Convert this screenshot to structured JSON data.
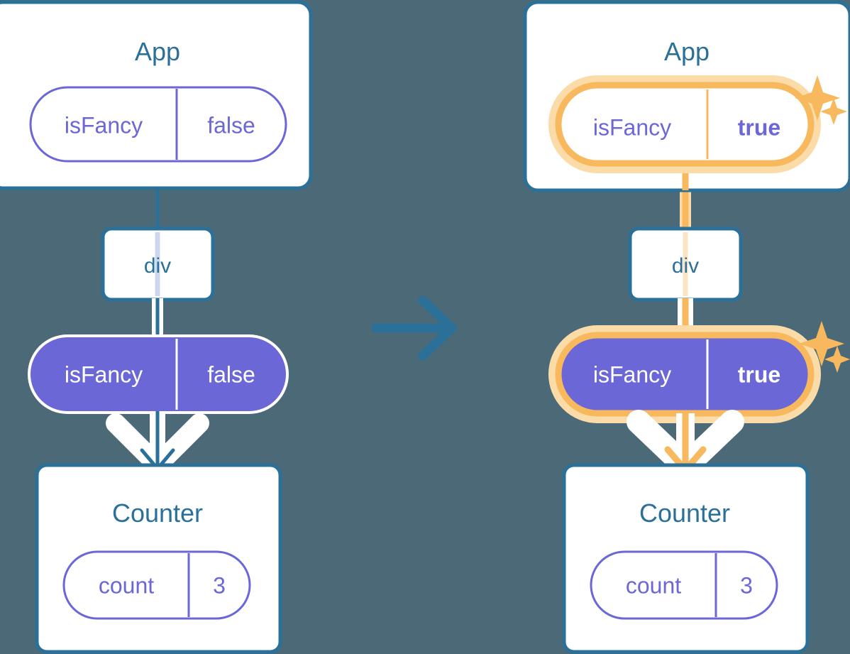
{
  "meta": {
    "background_color": "#4c6977",
    "accent_blue": "#2a7099",
    "accent_purple": "#6b67d6",
    "highlight_orange": "#f8b95e",
    "highlight_orange_soft": "#fbdca8",
    "box_fill": "#ffffff"
  },
  "transition": {
    "arrow_icon": "arrow-right-icon",
    "arrow_color": "#2a7099"
  },
  "before": {
    "app": {
      "title": "App",
      "state": {
        "name": "isFancy",
        "value": "false"
      }
    },
    "div": {
      "title": "div"
    },
    "prop": {
      "name": "isFancy",
      "value": "false"
    },
    "counter": {
      "title": "Counter",
      "state": {
        "name": "count",
        "value": "3"
      }
    }
  },
  "after": {
    "app": {
      "title": "App",
      "state": {
        "name": "isFancy",
        "value": "true"
      },
      "highlighted": true,
      "sparkle_icon": "sparkles-icon"
    },
    "div": {
      "title": "div"
    },
    "prop": {
      "name": "isFancy",
      "value": "true",
      "highlighted": true,
      "sparkle_icon": "sparkles-icon"
    },
    "counter": {
      "title": "Counter",
      "state": {
        "name": "count",
        "value": "3"
      }
    }
  }
}
